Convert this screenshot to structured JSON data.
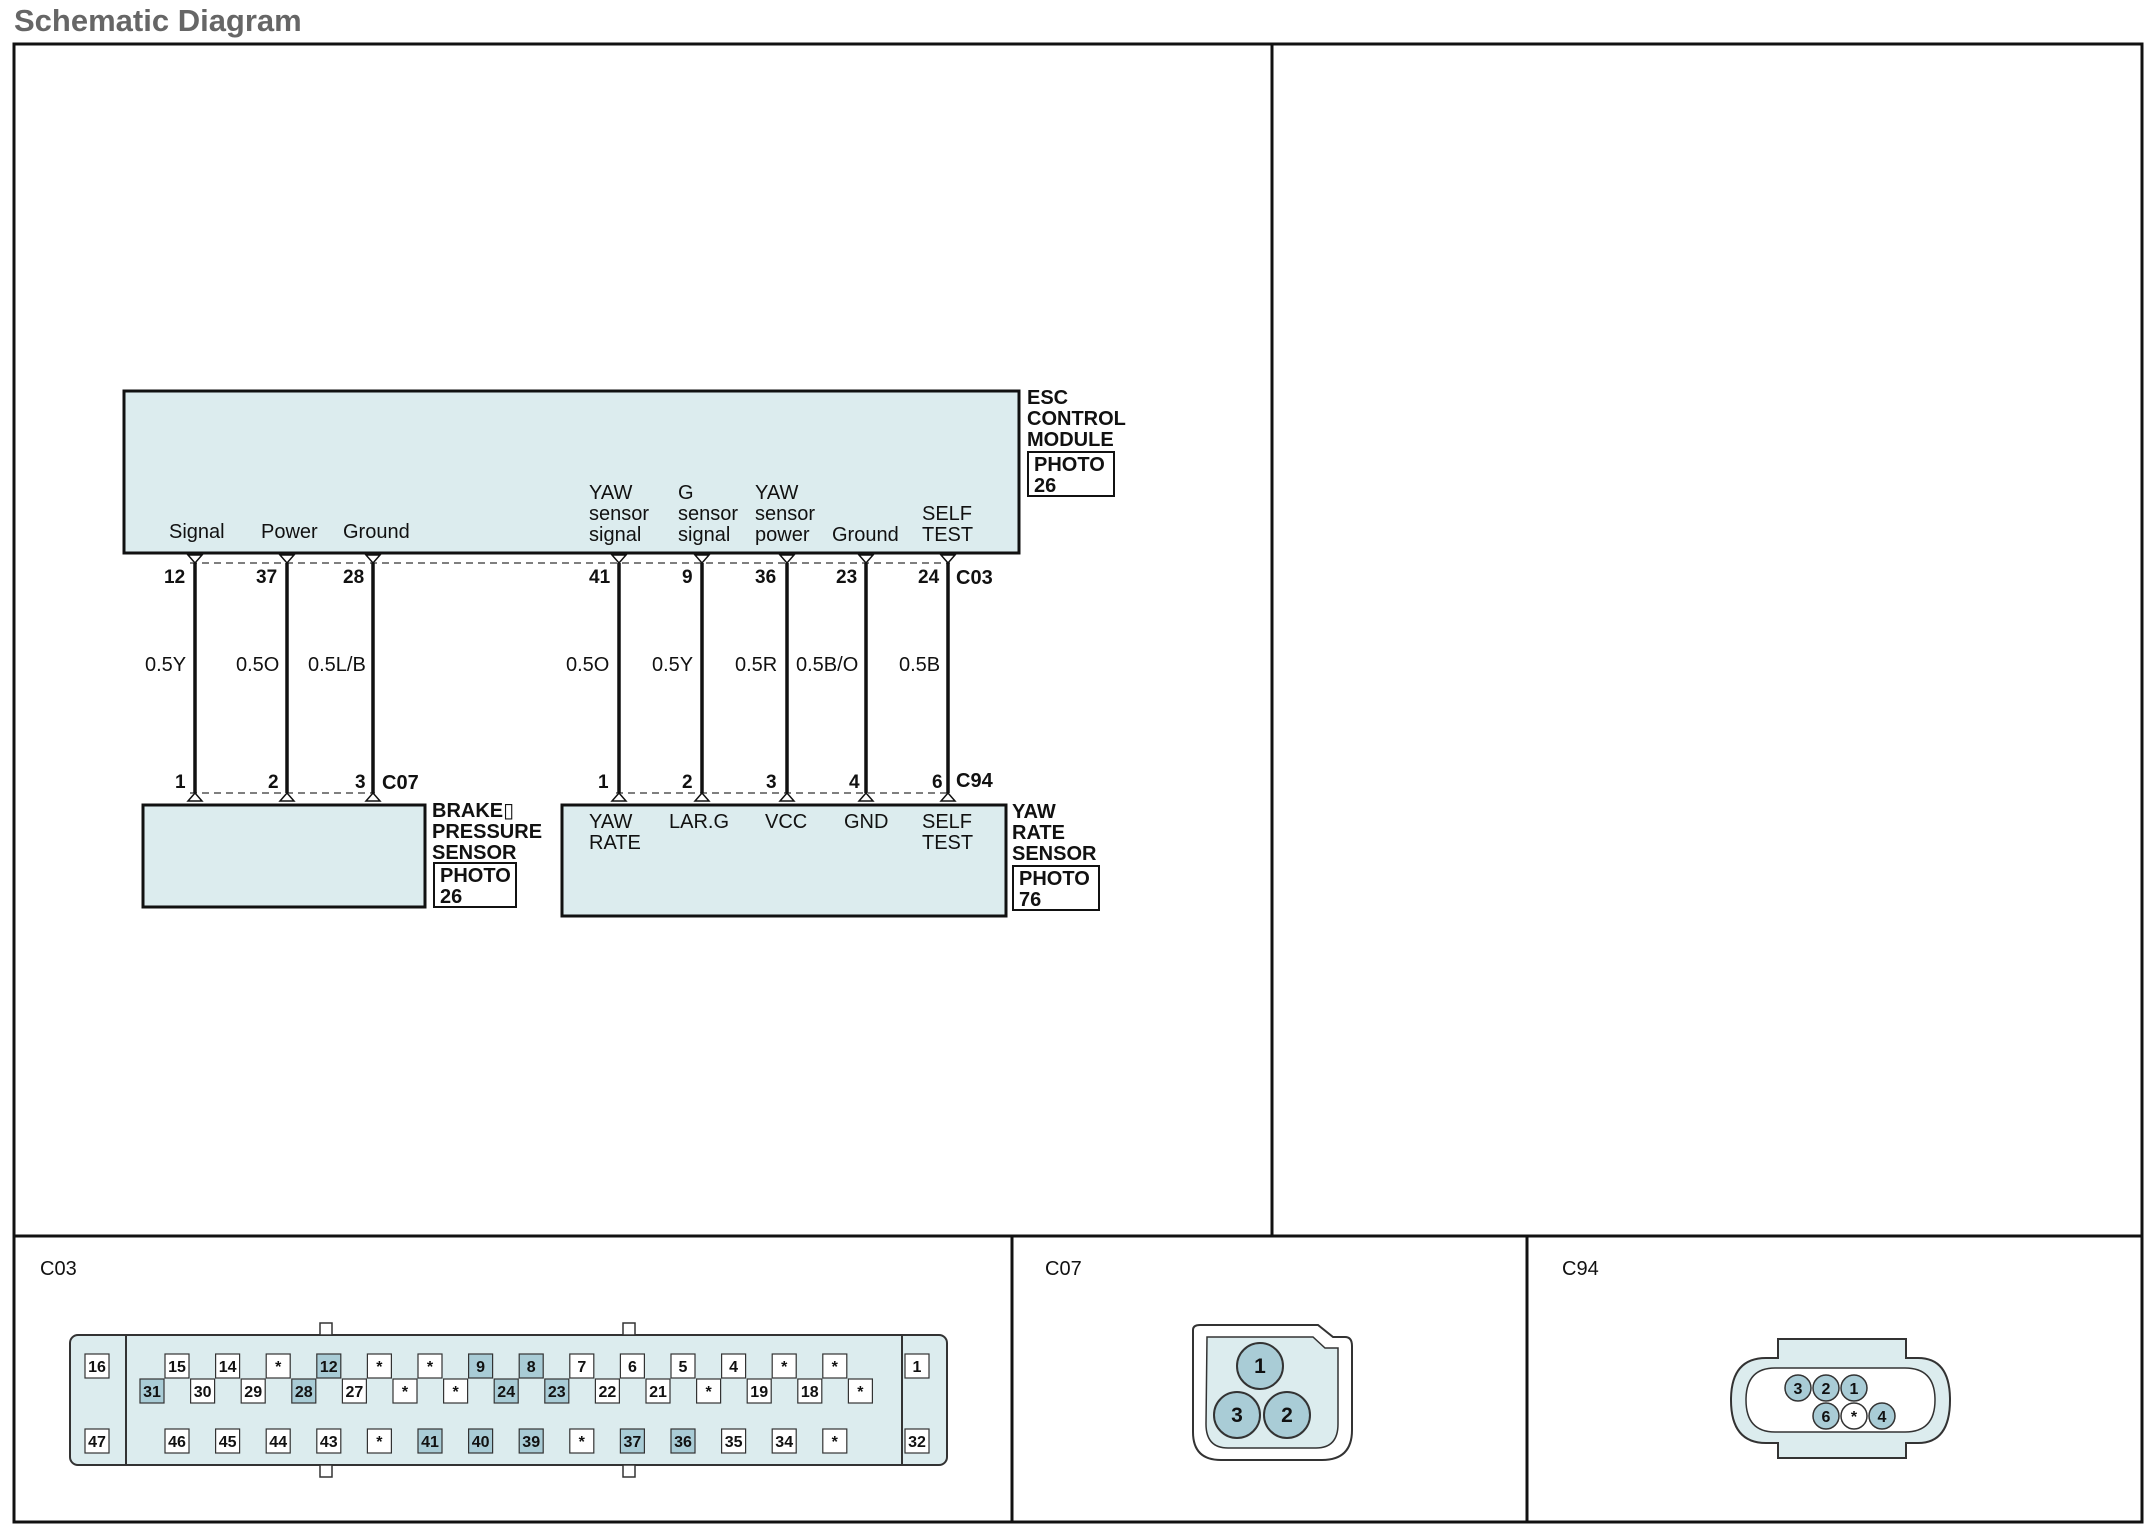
{
  "page_title": "Schematic Diagram",
  "colors": {
    "module_fill": "#dcecee",
    "pin_highlight": "#a9ccd6",
    "line": "#111111"
  },
  "esc_module": {
    "name_lines": [
      "ESC",
      "CONTROL",
      "MODULE"
    ],
    "photo_lines": [
      "PHOTO",
      "26"
    ],
    "connector": "C03",
    "pins": [
      {
        "label_lines": [
          "Signal"
        ],
        "pin": "12",
        "wire": "0.5Y"
      },
      {
        "label_lines": [
          "Power"
        ],
        "pin": "37",
        "wire": "0.5O"
      },
      {
        "label_lines": [
          "Ground"
        ],
        "pin": "28",
        "wire": "0.5L/B"
      },
      {
        "label_lines": [
          "YAW",
          "sensor",
          "signal"
        ],
        "pin": "41",
        "wire": "0.5O"
      },
      {
        "label_lines": [
          "G",
          "sensor",
          "signal"
        ],
        "pin": "9",
        "wire": "0.5Y"
      },
      {
        "label_lines": [
          "YAW",
          "sensor",
          "power"
        ],
        "pin": "36",
        "wire": "0.5R"
      },
      {
        "label_lines": [
          "Ground"
        ],
        "pin": "23",
        "wire": "0.5B/O"
      },
      {
        "label_lines": [
          "SELF",
          "TEST"
        ],
        "pin": "24",
        "wire": "0.5B"
      }
    ]
  },
  "brake_sensor": {
    "name_lines": [
      "BRAKE▯",
      "PRESSURE",
      "SENSOR"
    ],
    "photo_lines": [
      "PHOTO",
      "26"
    ],
    "connector": "C07",
    "pins": [
      "1",
      "2",
      "3"
    ]
  },
  "yaw_sensor": {
    "name_lines": [
      "YAW",
      "RATE",
      "SENSOR"
    ],
    "photo_lines": [
      "PHOTO",
      "76"
    ],
    "connector": "C94",
    "pins": [
      {
        "pin": "1",
        "label_lines": [
          "YAW",
          "RATE"
        ]
      },
      {
        "pin": "2",
        "label_lines": [
          "LAR.G"
        ]
      },
      {
        "pin": "3",
        "label_lines": [
          "VCC"
        ]
      },
      {
        "pin": "4",
        "label_lines": [
          "GND"
        ]
      },
      {
        "pin": "6",
        "label_lines": [
          "SELF",
          "TEST"
        ]
      }
    ]
  },
  "connectors": {
    "c03": {
      "title": "C03",
      "left_top": "16",
      "left_bottom": "47",
      "right_top": "1",
      "right_bottom": "32",
      "row1": [
        "15",
        "14",
        "*",
        "12",
        "*",
        "*",
        "9",
        "8",
        "7",
        "6",
        "5",
        "4",
        "*",
        "*"
      ],
      "row1_highlight": [
        "12",
        "9",
        "8"
      ],
      "row2": [
        "31",
        "30",
        "29",
        "28",
        "27",
        "*",
        "*",
        "24",
        "23",
        "22",
        "21",
        "*",
        "19",
        "18",
        "*"
      ],
      "row2_highlight": [
        "31",
        "28",
        "24",
        "23"
      ],
      "row3": [
        "46",
        "45",
        "44",
        "43",
        "*",
        "41",
        "40",
        "39",
        "*",
        "37",
        "36",
        "35",
        "34",
        "*"
      ],
      "row3_highlight": [
        "41",
        "40",
        "39",
        "37",
        "36"
      ]
    },
    "c07": {
      "title": "C07",
      "pins": [
        "1",
        "3",
        "2"
      ]
    },
    "c94": {
      "title": "C94",
      "top_pins": [
        "3",
        "2",
        "1"
      ],
      "bottom_pins": [
        "6",
        "*",
        "4"
      ]
    }
  }
}
